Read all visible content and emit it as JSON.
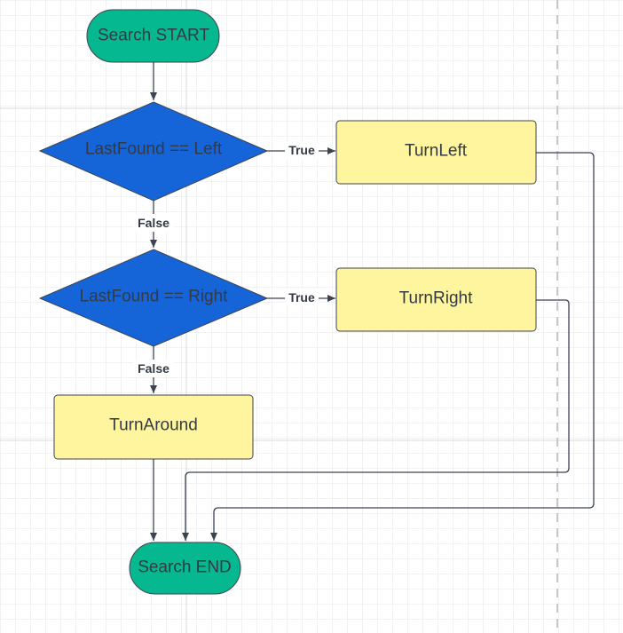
{
  "diagram": {
    "type": "flowchart",
    "colors": {
      "terminal_fill": "#06b88f",
      "decision_fill": "#1565d8",
      "process_fill": "#fff59e",
      "edge": "#3c4350",
      "grid_line": "#e4e4e4",
      "page_break": "#c8c8c8"
    },
    "nodes": {
      "start": {
        "label": "Search START",
        "shape": "terminal"
      },
      "decision_left": {
        "label": "LastFound == Left",
        "shape": "decision"
      },
      "decision_right": {
        "label": "LastFound == Right",
        "shape": "decision"
      },
      "turn_left": {
        "label": "TurnLeft",
        "shape": "process"
      },
      "turn_right": {
        "label": "TurnRight",
        "shape": "process"
      },
      "turn_around": {
        "label": "TurnAround",
        "shape": "process"
      },
      "end": {
        "label": "Search END",
        "shape": "terminal"
      }
    },
    "edge_labels": {
      "left_true": "True",
      "left_false": "False",
      "right_true": "True",
      "right_false": "False"
    },
    "edges": [
      {
        "from": "start",
        "to": "decision_left"
      },
      {
        "from": "decision_left",
        "to": "turn_left",
        "label": "True"
      },
      {
        "from": "decision_left",
        "to": "decision_right",
        "label": "False"
      },
      {
        "from": "decision_right",
        "to": "turn_right",
        "label": "True"
      },
      {
        "from": "decision_right",
        "to": "turn_around",
        "label": "False"
      },
      {
        "from": "turn_around",
        "to": "end"
      },
      {
        "from": "turn_right",
        "to": "end"
      },
      {
        "from": "turn_left",
        "to": "end"
      }
    ]
  }
}
